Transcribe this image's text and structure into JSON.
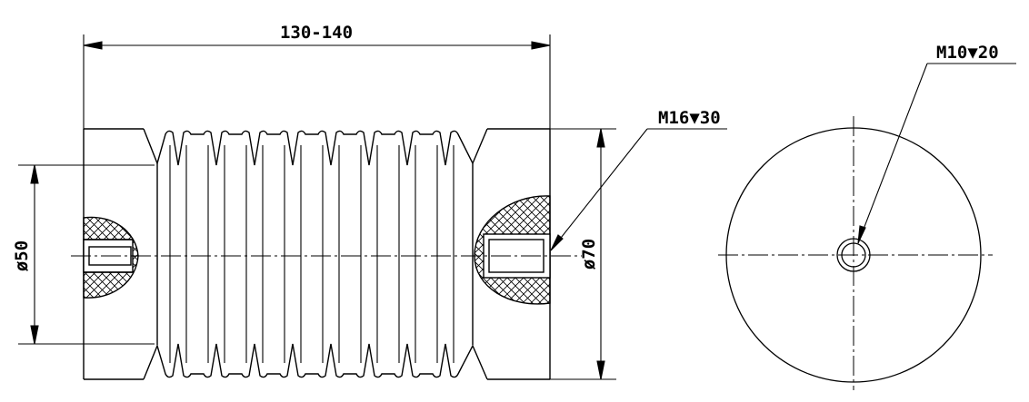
{
  "dimensions": {
    "length": "130-140",
    "inner_diameter": "ø50",
    "outer_diameter": "ø70"
  },
  "callouts": {
    "side_thread": "M16▼30",
    "end_thread": "M10▼20"
  },
  "colors": {
    "line": "#000000",
    "background": "#ffffff"
  }
}
